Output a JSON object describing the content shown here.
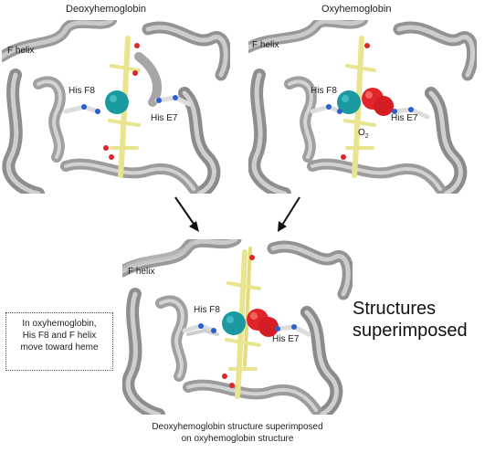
{
  "panels": {
    "deoxy": {
      "title": "Deoxyhemoglobin",
      "f_helix": "F helix",
      "his_f8": "His F8",
      "his_e7": "His E7"
    },
    "oxy": {
      "title": "Oxyhemoglobin",
      "f_helix": "F helix",
      "his_f8": "His F8",
      "his_e7": "His E7",
      "o2_main": "O",
      "o2_sub": "2"
    },
    "superimposed": {
      "f_helix": "F helix",
      "his_f8": "His F8",
      "his_e7": "His E7"
    }
  },
  "side_label": {
    "line1": "Structures",
    "line2": "superimposed"
  },
  "note": {
    "line1": "In oxyhemoglobin,",
    "line2": "His F8 and F helix",
    "line3": "move toward heme"
  },
  "caption": {
    "line1": "Deoxyhemoglobin structure superimposed",
    "line2": "on oxyhemoglobin structure"
  },
  "colors": {
    "ribbon": "#a9a9a9",
    "ribbon_dark": "#7d7d7d",
    "heme": "#e9e48e",
    "iron": "#1a9aa0",
    "oxygen": "#e0252a",
    "nitrogen": "#2a5fd0"
  }
}
